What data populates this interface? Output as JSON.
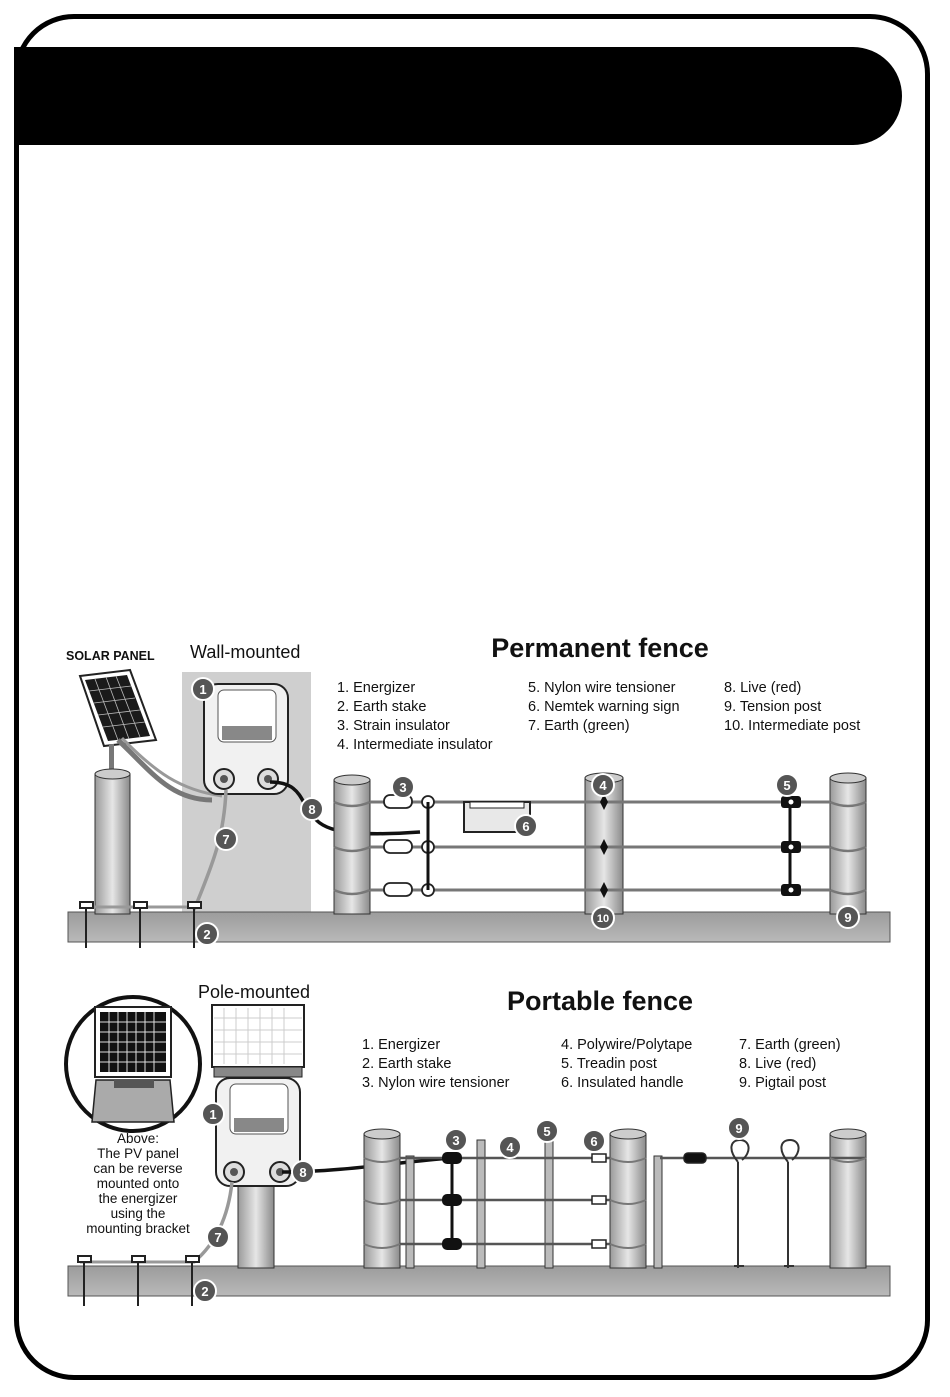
{
  "permanent": {
    "title": "Permanent fence",
    "solar_label": "SOLAR PANEL",
    "mount_label": "Wall-mounted",
    "legend": [
      [
        "1. Energizer",
        "2. Earth stake",
        "3. Strain insulator",
        "4. Intermediate insulator"
      ],
      [
        "5. Nylon wire tensioner",
        "6. Nemtek warning sign",
        "7. Earth (green)"
      ],
      [
        "8. Live (red)",
        "9. Tension post",
        "10. Intermediate post"
      ]
    ],
    "callouts": [
      "1",
      "2",
      "3",
      "4",
      "5",
      "6",
      "7",
      "8",
      "9",
      "10"
    ]
  },
  "portable": {
    "title": "Portable fence",
    "mount_label": "Pole-mounted",
    "caption": [
      "Above:",
      "The PV panel",
      "can be reverse",
      "mounted onto",
      "the energizer",
      "using the",
      "mounting bracket"
    ],
    "legend": [
      [
        "1. Energizer",
        "2. Earth stake",
        "3. Nylon wire tensioner"
      ],
      [
        "4. Polywire/Polytape",
        "5. Treadin post",
        "6. Insulated handle"
      ],
      [
        "7. Earth (green)",
        "8. Live (red)",
        "9. Pigtail post"
      ]
    ],
    "callouts": [
      "1",
      "2",
      "3",
      "4",
      "5",
      "6",
      "7",
      "8",
      "9"
    ]
  }
}
